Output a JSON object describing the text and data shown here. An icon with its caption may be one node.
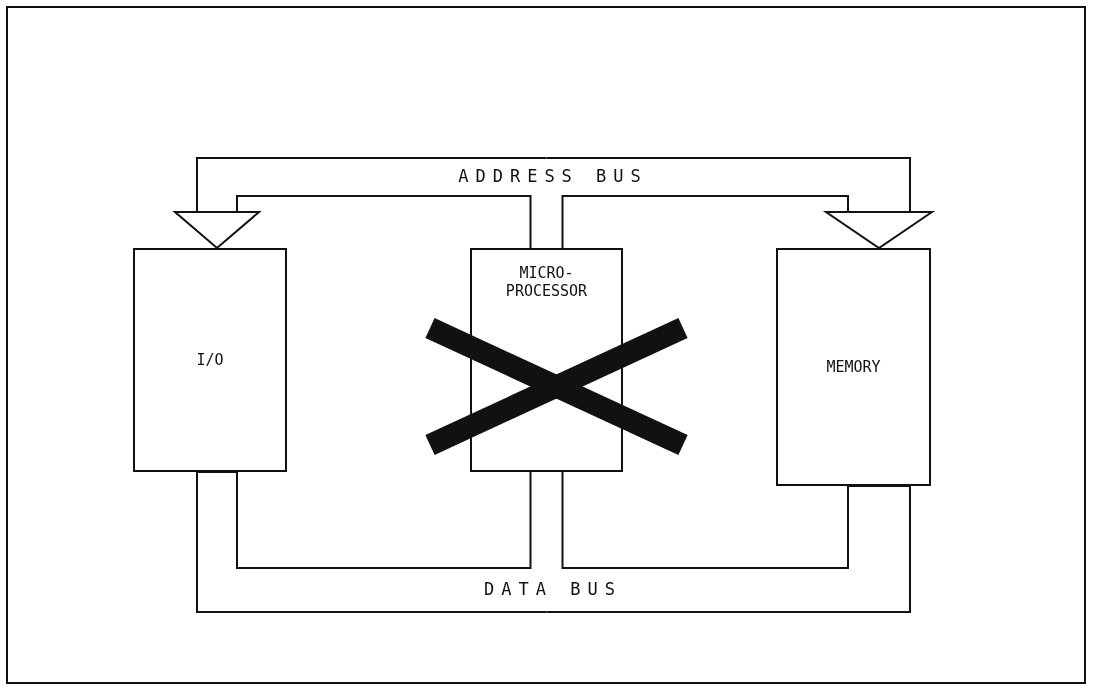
{
  "diagram": {
    "nodes": [
      {
        "text": [
          "I/O"
        ]
      },
      {
        "text": [
          "MICRO- PROCESSOR"
        ]
      },
      {
        "text": [
          "MEMORY"
        ]
      }
    ],
    "edges": [
      {
        "from": 1,
        "to": 0,
        "arrow": "to"
      },
      {
        "from": 1,
        "to": 2,
        "arrow": "to"
      },
      {
        "from": 1,
        "to": 0,
        "arrow": "none"
      },
      {
        "from": 1,
        "to": 2,
        "arrow": "none"
      }
    ],
    "labels": [
      "ADDRESS BUS",
      "DATA BUS"
    ]
  }
}
